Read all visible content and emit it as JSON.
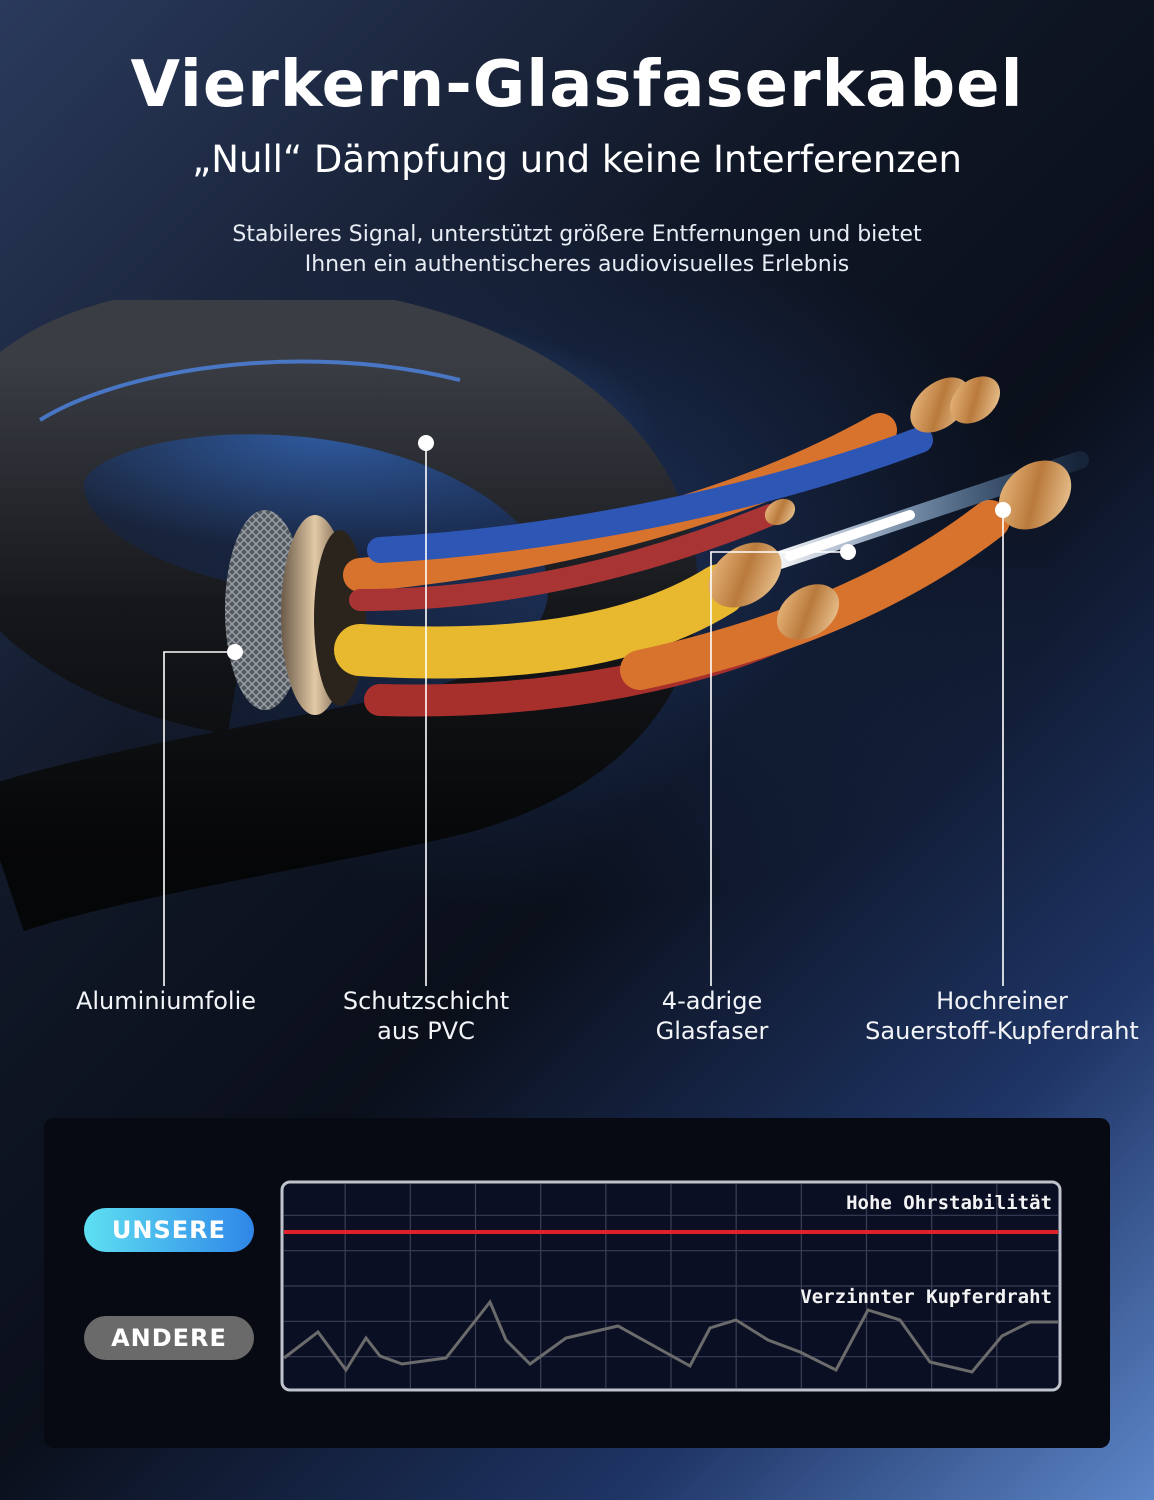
{
  "header": {
    "title": "Vierkern-Glasfaserkabel",
    "subtitle": "„Null“ Dämpfung und keine Interferenzen",
    "description_line1": "Stabileres Signal, unterstützt größere Entfernungen und bietet",
    "description_line2": "Ihnen ein authentischeres audiovisuelles Erlebnis"
  },
  "callouts": [
    {
      "lines": [
        "Aluminiumfolie"
      ]
    },
    {
      "lines": [
        "Schutzschicht",
        "aus PVC"
      ]
    },
    {
      "lines": [
        "4-adrige",
        "Glasfaser"
      ]
    },
    {
      "lines": [
        "Hochreiner",
        "Sauerstoff-Kupferdraht"
      ]
    }
  ],
  "comparison": {
    "ours_label": "UNSERE",
    "others_label": "ANDERE",
    "ours_line_label": "Hohe Ohrstabilität",
    "others_line_label": "Verzinnter Kupferdraht",
    "colors": {
      "ours_line": "#e0202a",
      "others_line": "#6b6b6b",
      "ours_pill_start": "#5ee0f2",
      "ours_pill_end": "#2f86e8",
      "others_pill": "#6a6a6a"
    }
  }
}
